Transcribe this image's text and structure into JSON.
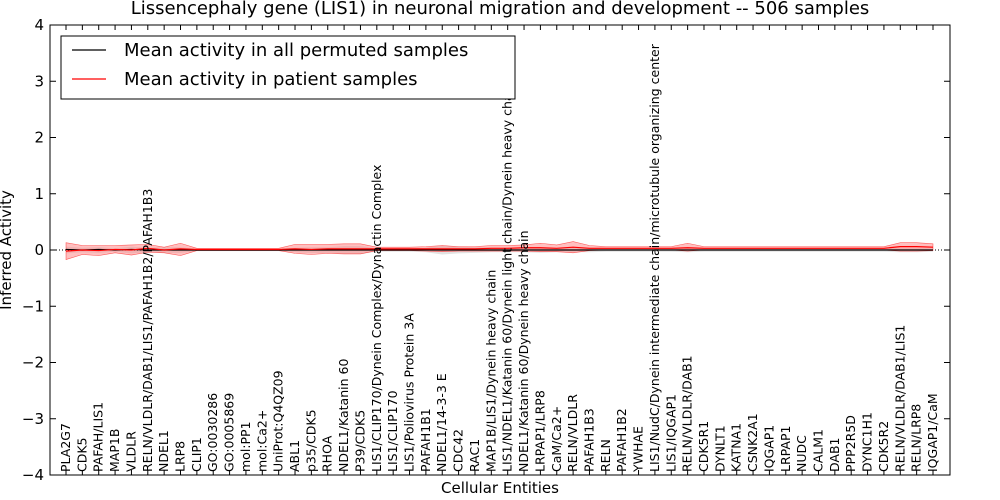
{
  "chart_data": {
    "type": "line",
    "title": "Lissencephaly gene (LIS1) in neuronal migration and development -- 506 samples",
    "xlabel": "Cellular Entities",
    "ylabel": "Inferred Activity",
    "ylim": [
      -4,
      4
    ],
    "yticks": [
      "−4",
      "−3",
      "−2",
      "−1",
      "0",
      "1",
      "2",
      "3",
      "4"
    ],
    "grid": false,
    "legend_position": "top-left",
    "categories": [
      "PLA2G7",
      "CDK5",
      "PAFAH/LIS1",
      "MAP1B",
      "VLDLR",
      "RELN/VLDLR/DAB1/LIS1/PAFAH1B2/PAFAH1B3",
      "NDEL1",
      "LRP8",
      "CLIP1",
      "GO:0030286",
      "GO:0005869",
      "mol:PP1",
      "mol:Ca2+",
      "UniProt:Q4QZ09",
      "ABL1",
      "p35/CDK5",
      "RHOA",
      "NDEL1/Katanin 60",
      "P39/CDK5",
      "LIS1/CLIP170/Dynein Complex/Dynactin Complex",
      "LIS1/CLIP170",
      "LIS1/Poliovirus Protein 3A",
      "PAFAH1B1",
      "NDEL1/14-3-3 E",
      "CDC42",
      "RAC1",
      "MAP1B/LIS1/Dynein heavy chain",
      "LIS1/NDEL1/Katanin 60/Dynein light chain/Dynein heavy chain",
      "NDEL1/Katanin 60/Dynein heavy chain",
      "LRPAP1/LRP8",
      "CaM/Ca2+",
      "RELN/VLDLR",
      "PAFAH1B3",
      "RELN",
      "PAFAH1B2",
      "YWHAE",
      "LIS1/NudC/Dynein intermediate chain/microtubule organizing center",
      "LIS1/IQGAP1",
      "RELN/VLDLR/DAB1",
      "CDK5R1",
      "DYNLT1",
      "KATNA1",
      "CSNK2A1",
      "IQGAP1",
      "LRPAP1",
      "NUDC",
      "CALM1",
      "DAB1",
      "PPP2R5D",
      "DYNC1H1",
      "CDK5R2",
      "RELN/VLDLR/DAB1/LIS1",
      "RELN/LRP8",
      "IQGAP1/CaM"
    ],
    "series": [
      {
        "name": "Mean activity in all permuted samples",
        "color": "#000000",
        "values": [
          0.01,
          0.0,
          0.01,
          0.0,
          0.01,
          0.0,
          0.0,
          0.0,
          0.0,
          0.0,
          0.0,
          0.0,
          0.0,
          0.0,
          0.0,
          0.0,
          0.0,
          0.0,
          0.0,
          0.0,
          0.0,
          0.0,
          0.0,
          0.0,
          0.0,
          0.0,
          0.0,
          0.0,
          0.0,
          0.0,
          0.0,
          0.0,
          0.0,
          0.0,
          0.0,
          0.0,
          0.0,
          0.0,
          0.0,
          0.0,
          0.0,
          0.0,
          0.0,
          0.0,
          0.0,
          0.0,
          0.0,
          0.0,
          0.0,
          0.0,
          0.0,
          0.0,
          0.0,
          0.0
        ],
        "band_low": [
          -0.06,
          -0.04,
          -0.05,
          -0.03,
          -0.06,
          -0.04,
          -0.05,
          -0.05,
          -0.02,
          -0.02,
          -0.02,
          -0.02,
          -0.02,
          -0.02,
          -0.04,
          -0.05,
          -0.05,
          -0.07,
          -0.07,
          -0.03,
          -0.03,
          -0.03,
          -0.04,
          -0.08,
          -0.06,
          -0.05,
          -0.04,
          -0.04,
          -0.04,
          -0.05,
          -0.04,
          -0.04,
          -0.04,
          -0.03,
          -0.03,
          -0.03,
          -0.03,
          -0.03,
          -0.04,
          -0.03,
          -0.03,
          -0.03,
          -0.03,
          -0.03,
          -0.03,
          -0.03,
          -0.03,
          -0.03,
          -0.03,
          -0.03,
          -0.03,
          -0.04,
          -0.04,
          -0.03
        ],
        "band_high": [
          0.06,
          0.04,
          0.05,
          0.03,
          0.06,
          0.04,
          0.05,
          0.05,
          0.02,
          0.02,
          0.02,
          0.02,
          0.02,
          0.02,
          0.04,
          0.05,
          0.05,
          0.07,
          0.07,
          0.03,
          0.03,
          0.03,
          0.04,
          0.08,
          0.06,
          0.05,
          0.04,
          0.04,
          0.04,
          0.05,
          0.04,
          0.04,
          0.04,
          0.03,
          0.03,
          0.03,
          0.03,
          0.03,
          0.04,
          0.03,
          0.03,
          0.03,
          0.03,
          0.03,
          0.03,
          0.03,
          0.03,
          0.03,
          0.03,
          0.03,
          0.03,
          0.04,
          0.04,
          0.03
        ]
      },
      {
        "name": "Mean activity in patient samples",
        "color": "#ff0000",
        "fill": "#ff8080",
        "values": [
          -0.02,
          0.0,
          -0.01,
          0.01,
          0.0,
          0.03,
          0.0,
          0.02,
          0.01,
          0.01,
          0.01,
          0.01,
          0.01,
          0.01,
          0.02,
          0.01,
          0.02,
          0.02,
          0.02,
          0.02,
          0.02,
          0.02,
          0.02,
          0.02,
          0.02,
          0.02,
          0.03,
          0.03,
          0.04,
          0.04,
          0.03,
          0.05,
          0.03,
          0.03,
          0.03,
          0.03,
          0.03,
          0.03,
          0.04,
          0.03,
          0.03,
          0.03,
          0.03,
          0.03,
          0.03,
          0.03,
          0.03,
          0.03,
          0.03,
          0.03,
          0.03,
          0.06,
          0.06,
          0.05
        ],
        "band_low": [
          -0.17,
          -0.08,
          -0.1,
          -0.05,
          -0.09,
          -0.04,
          -0.05,
          -0.1,
          -0.01,
          -0.01,
          -0.01,
          -0.01,
          -0.01,
          -0.01,
          -0.06,
          -0.08,
          -0.06,
          -0.07,
          -0.07,
          -0.01,
          -0.01,
          -0.01,
          -0.02,
          -0.03,
          -0.02,
          -0.02,
          -0.02,
          -0.02,
          -0.02,
          -0.03,
          -0.03,
          -0.05,
          -0.01,
          0.0,
          0.0,
          0.0,
          0.0,
          0.0,
          -0.02,
          0.0,
          0.0,
          0.0,
          0.0,
          0.0,
          0.0,
          0.0,
          0.0,
          0.0,
          0.0,
          0.0,
          0.0,
          -0.02,
          -0.02,
          -0.01
        ],
        "band_high": [
          0.13,
          0.08,
          0.08,
          0.08,
          0.09,
          0.1,
          0.05,
          0.12,
          0.03,
          0.03,
          0.03,
          0.03,
          0.03,
          0.03,
          0.1,
          0.1,
          0.1,
          0.11,
          0.11,
          0.05,
          0.05,
          0.05,
          0.06,
          0.08,
          0.06,
          0.06,
          0.08,
          0.08,
          0.09,
          0.12,
          0.09,
          0.15,
          0.08,
          0.06,
          0.06,
          0.06,
          0.06,
          0.06,
          0.12,
          0.06,
          0.06,
          0.06,
          0.06,
          0.06,
          0.06,
          0.06,
          0.06,
          0.06,
          0.06,
          0.06,
          0.06,
          0.13,
          0.13,
          0.11
        ]
      }
    ]
  }
}
